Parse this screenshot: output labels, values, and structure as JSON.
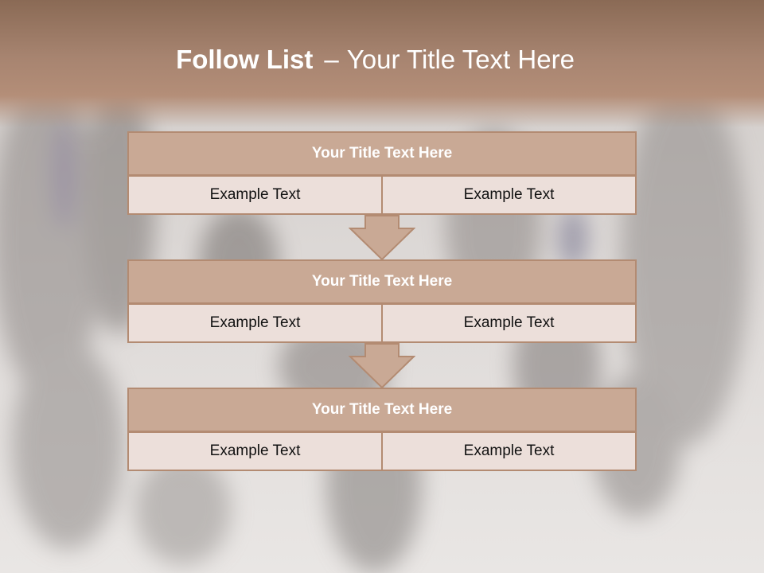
{
  "slide": {
    "title_bold": "Follow List",
    "title_dash": "–",
    "title_rest": "Your Title Text Here"
  },
  "blocks": [
    {
      "header": "Your Title Text Here",
      "cells": [
        "Example Text",
        "Example Text"
      ]
    },
    {
      "header": "Your Title Text Here",
      "cells": [
        "Example Text",
        "Example Text"
      ]
    },
    {
      "header": "Your Title Text Here",
      "cells": [
        "Example Text",
        "Example Text"
      ]
    }
  ],
  "colors": {
    "title_band": "#a78470",
    "header_fill": "#c9a995",
    "cell_fill": "#ecdfda",
    "border": "#b38b72",
    "arrow_fill": "#c9a995"
  },
  "icons": [
    "down-arrow-icon",
    "down-arrow-icon"
  ]
}
